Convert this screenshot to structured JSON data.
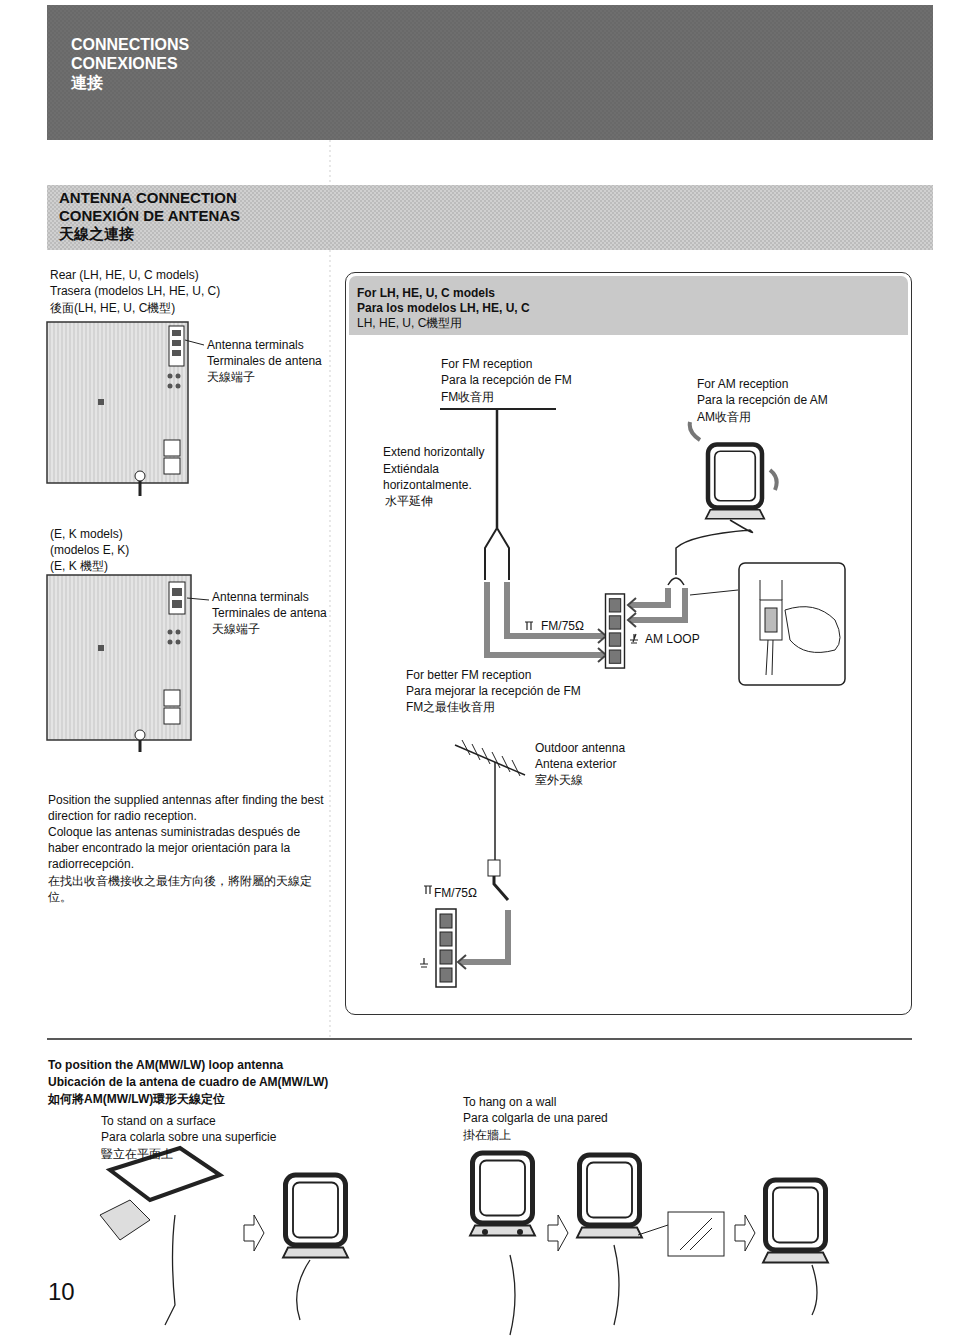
{
  "diagram": {
    "nodes": [
      {
        "text": [
          "CONNECTIONS",
          "CONEXIONES",
          "連接"
        ]
      },
      {
        "text": [
          "ANTENNA CONNECTION",
          "CONEXIÓN DE ANTENAS",
          "天線之連接"
        ]
      },
      {
        "text": [
          "For LH, HE, U, C models",
          "Para los modelos LH, HE, U, C",
          "LH, HE, U, C機型用"
        ]
      }
    ],
    "labels": [
      "Rear (LH, HE, U, C models)",
      "Trasera (modelos LH, HE, U, C)",
      "後面(LH, HE, U, C機型)",
      "Antenna terminals",
      "Terminales de antena",
      "天線端子",
      "(E, K models)",
      "(modelos E, K)",
      "(E, K 機型)",
      "Antenna terminals",
      "Terminales de antena",
      "天線端子",
      "Position the supplied antennas after finding the best direction for radio reception.",
      "Coloque las antenas suministradas después de haber encontrado la mejor orientación para la radiorrecepción.",
      "在找出收音機接收之最佳方向後，將附屬的天線定位。",
      "For FM reception",
      "Para la recepción de FM",
      "FM收音用",
      "For AM reception",
      "Para la recepción de AM",
      "AM收音用",
      "Extend horizontally",
      "Extiéndala horizontalmente.",
      "水平延伸",
      "FM/75Ω",
      "AM LOOP",
      "For better FM reception",
      "Para mejorar la recepción de FM",
      "FM之最佳收音用",
      "Outdoor antenna",
      "Antena exterior",
      "室外天線",
      "FM/75Ω",
      "To position the AM(MW/LW) loop antenna",
      "Ubicación de la antena de cuadro de AM(MW/LW)",
      "如何將AM(MW/LW)環形天線定位",
      "To stand on a surface",
      "Para colarla sobre una superficie",
      "豎立在平面上",
      "To hang on a wall",
      "Para colgarla de una pared",
      "掛在牆上",
      "10"
    ]
  }
}
